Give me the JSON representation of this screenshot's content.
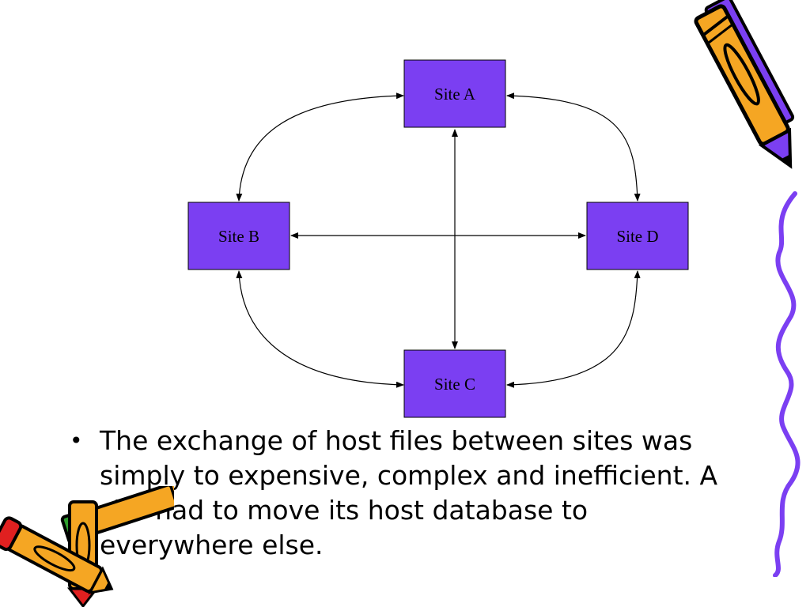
{
  "diagram": {
    "sites": [
      {
        "id": "A",
        "label": "Site A"
      },
      {
        "id": "B",
        "label": "Site B"
      },
      {
        "id": "C",
        "label": "Site C"
      },
      {
        "id": "D",
        "label": "Site D"
      }
    ],
    "connections": [
      [
        "A",
        "B"
      ],
      [
        "A",
        "D"
      ],
      [
        "B",
        "C"
      ],
      [
        "C",
        "D"
      ],
      [
        "A",
        "C"
      ],
      [
        "B",
        "D"
      ]
    ],
    "box_fill": "#7B3FF2",
    "box_stroke": "#000000",
    "line_color": "#000000"
  },
  "bullets": [
    {
      "marker": "•",
      "text": "The exchange of host files between sites was simply to expensive, complex and inefficient. A site had to move its host database to everywhere else."
    }
  ],
  "decorations": {
    "top_right": "pencil-clipart",
    "right_edge": "squiggle-line",
    "bottom_left": "pencil-clipart",
    "accent_purple": "#7B3FF2",
    "accent_orange": "#F5A623",
    "accent_red": "#E02020",
    "accent_green": "#2E9E2E"
  }
}
